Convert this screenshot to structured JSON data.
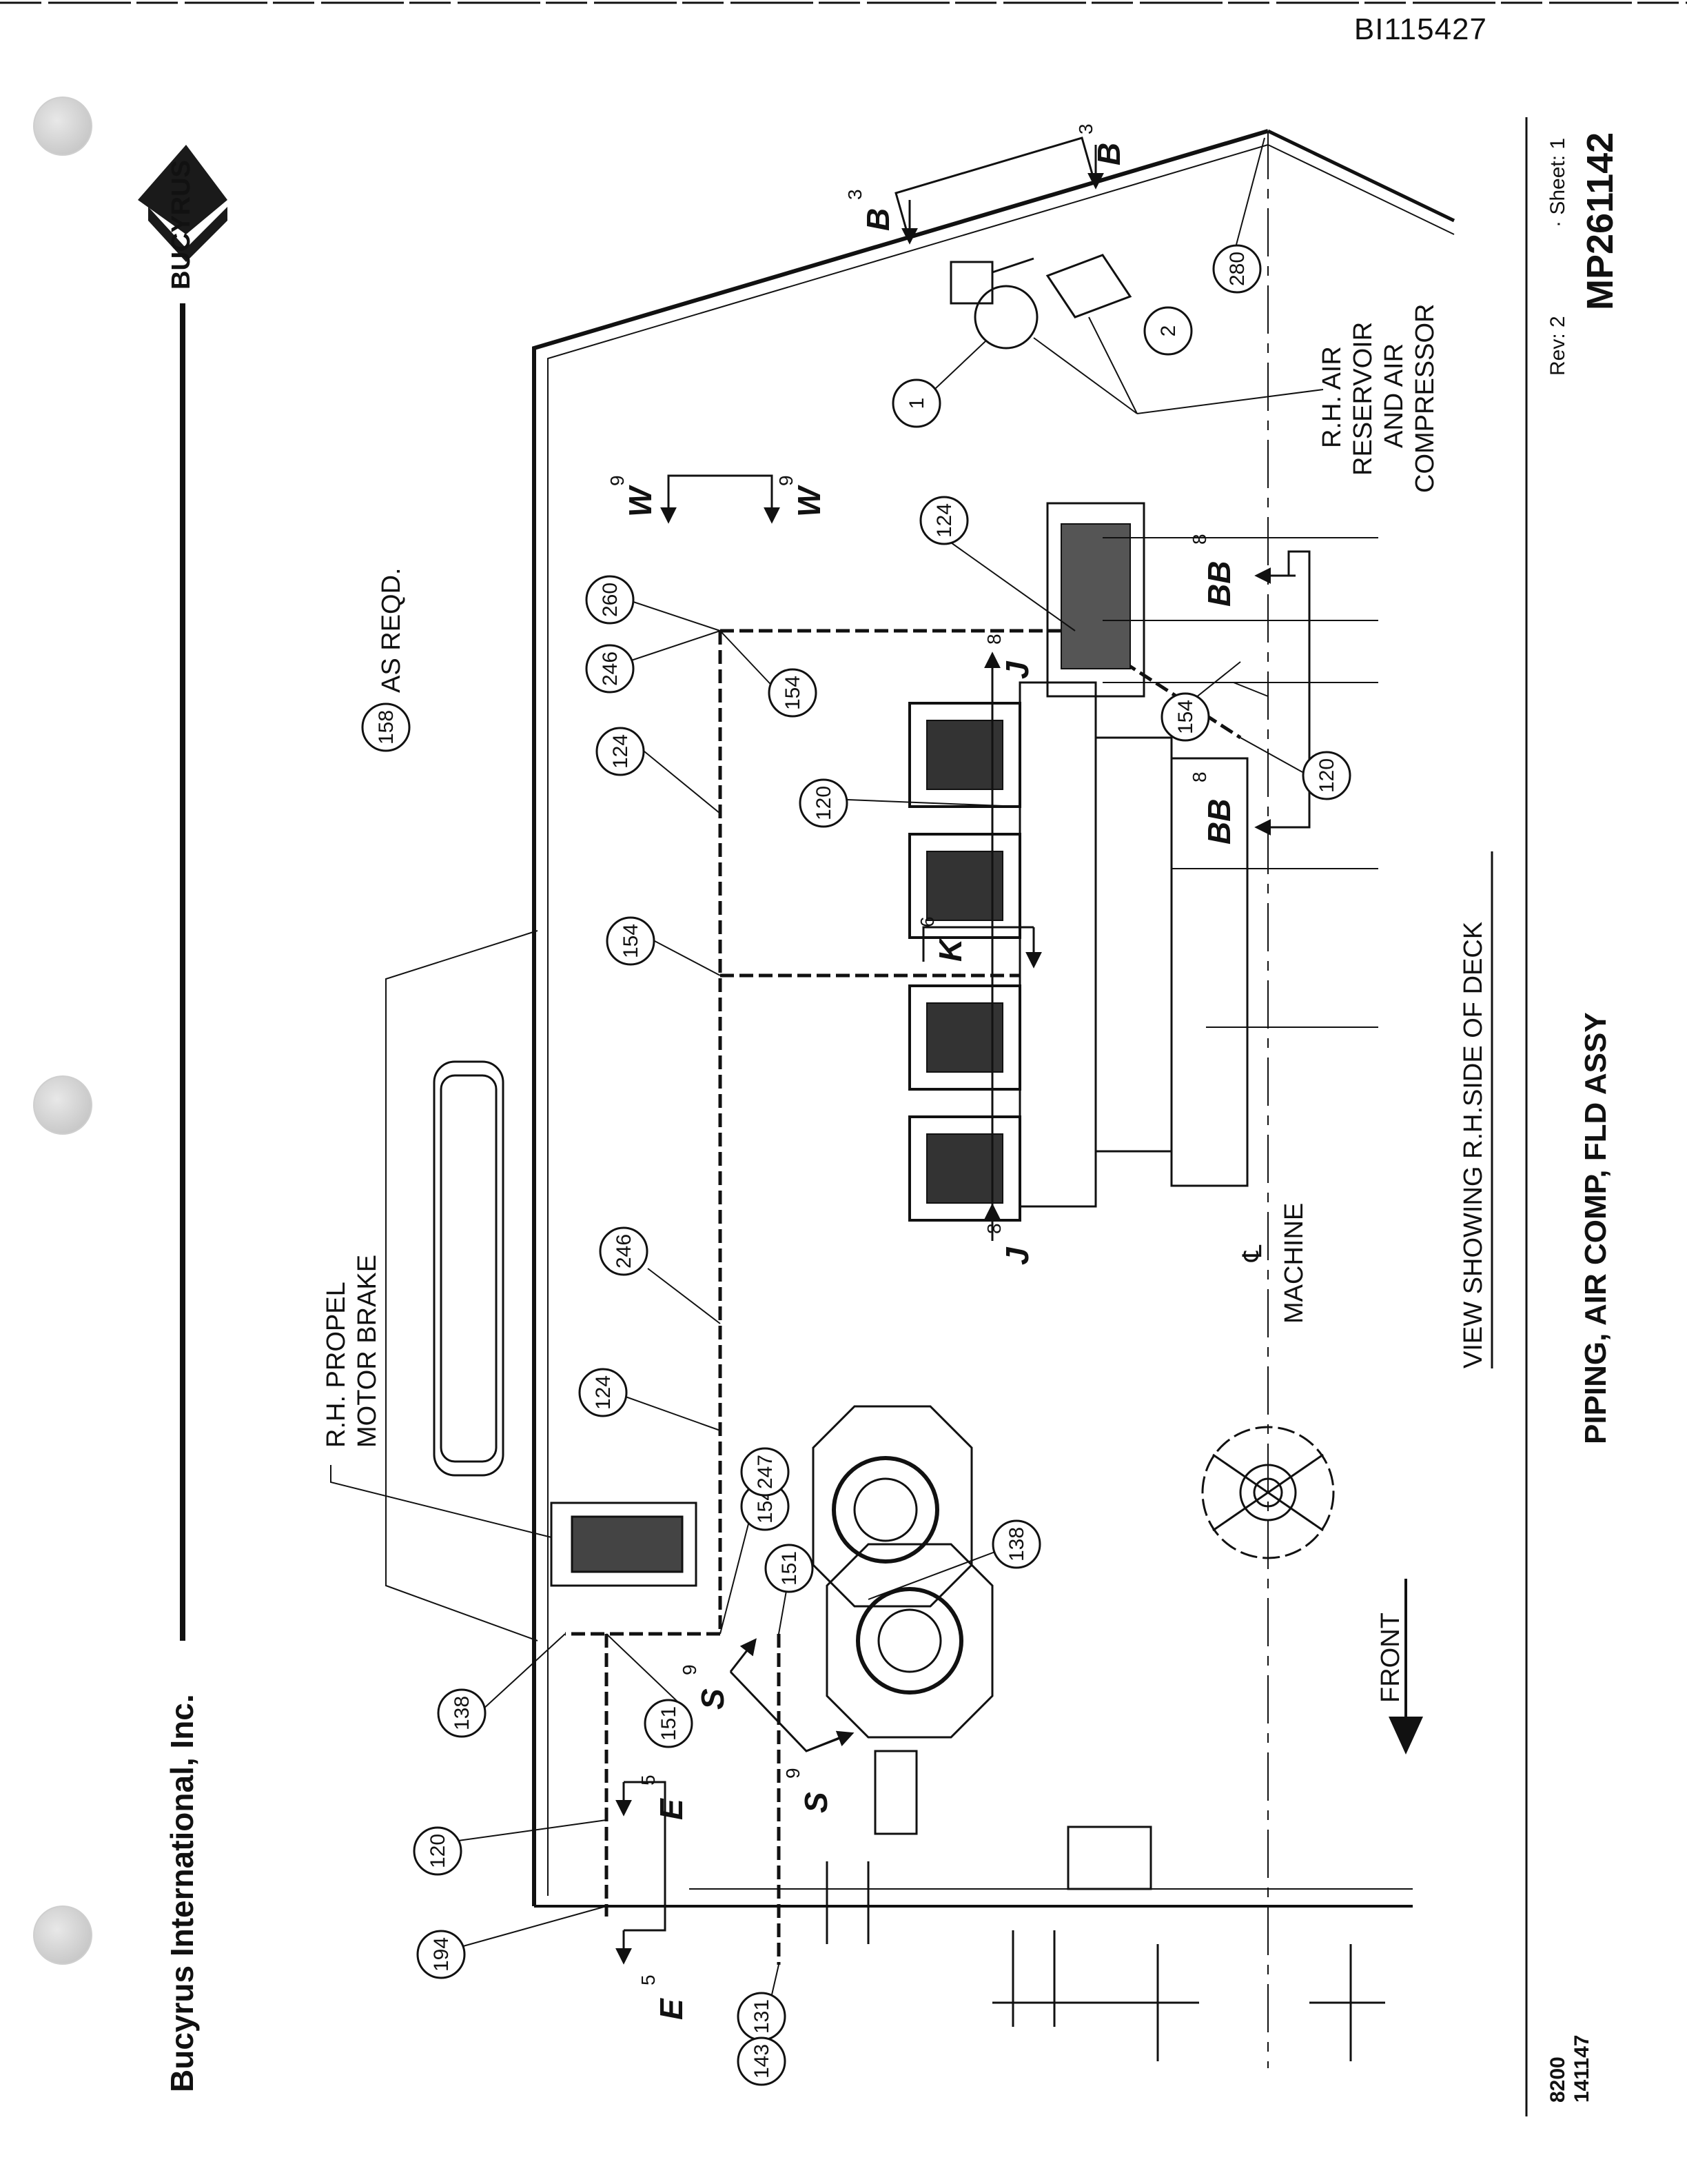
{
  "doc_id": "BI115427",
  "company": "Bucyrus International, Inc.",
  "logo_text": "BUCYRUS",
  "title": "PIPING, AIR COMP, FLD ASSY",
  "view_caption": "VIEW SHOWING R.H.SIDE OF DECK",
  "drawing_number": "MP261142",
  "rev": "Rev: 2",
  "sheet": "· Sheet: 1",
  "code_top": "8200",
  "code_bottom": "141147",
  "labels": {
    "air_reservoir": [
      "R.H. AIR",
      "RESERVOIR",
      "AND AIR",
      "COMPRESSOR"
    ],
    "propel_brake": [
      "R.H. PROPEL",
      "MOTOR BRAKE"
    ],
    "as_reqd": "AS REQD.",
    "machine": "MACHINE",
    "centerline": "℄",
    "front": "FRONT"
  },
  "sections": [
    {
      "letter": "B",
      "num": "3"
    },
    {
      "letter": "B",
      "num": "3"
    },
    {
      "letter": "W",
      "num": "9"
    },
    {
      "letter": "W",
      "num": "9"
    },
    {
      "letter": "BB",
      "num": "8"
    },
    {
      "letter": "BB",
      "num": "8"
    },
    {
      "letter": "J",
      "num": "8"
    },
    {
      "letter": "J",
      "num": "8"
    },
    {
      "letter": "K",
      "num": "6"
    },
    {
      "letter": "S",
      "num": "9"
    },
    {
      "letter": "S",
      "num": "9"
    },
    {
      "letter": "E",
      "num": "5"
    },
    {
      "letter": "E",
      "num": "5"
    }
  ],
  "balloons": [
    "1",
    "2",
    "280",
    "124",
    "260",
    "246",
    "154",
    "158",
    "124",
    "120",
    "154",
    "120",
    "154",
    "246",
    "124",
    "154",
    "247",
    "151",
    "138",
    "138",
    "151",
    "120",
    "194",
    "131",
    "143"
  ]
}
